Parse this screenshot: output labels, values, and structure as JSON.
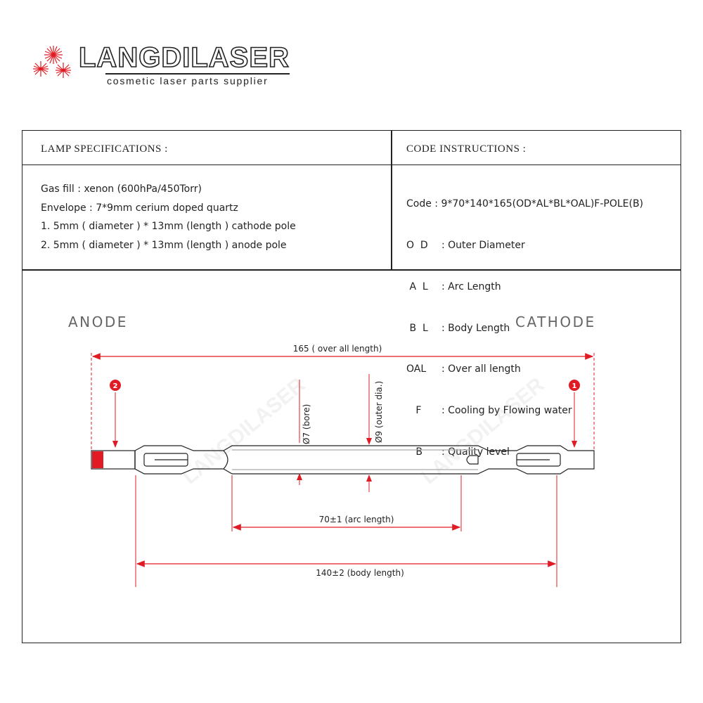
{
  "brand": {
    "name": "LANGDILASER",
    "tagline": "cosmetic laser parts supplier"
  },
  "lamp_specifications": {
    "heading": "LAMP SPECIFICATIONS :",
    "lines": [
      "Gas fill : xenon (600hPa/450Torr)",
      "Envelope : 7*9mm cerium doped quartz",
      "1. 5mm ( diameter ) * 13mm (length ) cathode pole",
      "2. 5mm ( diameter ) * 13mm (length ) anode pole"
    ]
  },
  "code_instructions": {
    "heading": "CODE INSTRUCTIONS :",
    "code_line": "Code : 9*70*140*165(OD*AL*BL*OAL)F-POLE(B)",
    "entries": [
      {
        "key": "O  D",
        "desc": ": Outer Diameter"
      },
      {
        "key": " A  L",
        "desc": ": Arc Length"
      },
      {
        "key": " B  L",
        "desc": ": Body Length"
      },
      {
        "key": "OAL",
        "desc": ": Over all length"
      },
      {
        "key": "   F",
        "desc": ": Cooling by Flowing water"
      },
      {
        "key": "   B",
        "desc": ": Quality level"
      }
    ]
  },
  "drawing": {
    "anode_label": "ANODE",
    "cathode_label": "CATHODE",
    "overall_length": "165 ( over all length)",
    "arc_length": "70±1 (arc length)",
    "body_length": "140±2 (body length)",
    "bore": "Ø7 (bore)",
    "outer_dia": "Ø9 (outer dia.)",
    "marker_anode": "2",
    "marker_cathode": "1",
    "watermark": "LANGDILASER"
  },
  "colors": {
    "accent_red": "#e01b24",
    "outline": "#222222",
    "label_gray": "#666666"
  }
}
